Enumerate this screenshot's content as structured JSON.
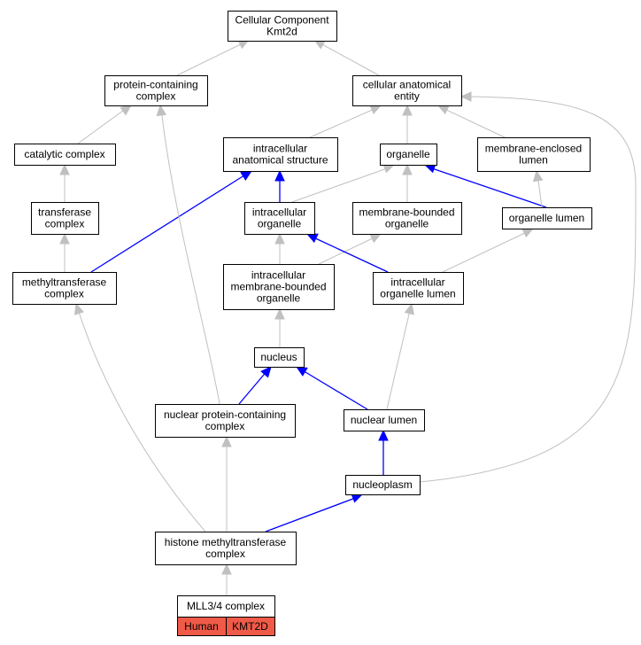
{
  "colors": {
    "edge_is_a": "#c0c0c0",
    "edge_part_of": "#0000ff",
    "badge": "#f05a48"
  },
  "nodes": {
    "cellular_component": [
      "Cellular Component",
      "Kmt2d"
    ],
    "protein_containing_complex": [
      "protein-containing",
      "complex"
    ],
    "cellular_anatomical_entity": [
      "cellular anatomical",
      "entity"
    ],
    "catalytic_complex": [
      "catalytic complex"
    ],
    "intracellular_anatomical_structure": [
      "intracellular",
      "anatomical structure"
    ],
    "organelle": [
      "organelle"
    ],
    "membrane_enclosed_lumen": [
      "membrane-enclosed",
      "lumen"
    ],
    "transferase_complex": [
      "transferase",
      "complex"
    ],
    "intracellular_organelle": [
      "intracellular",
      "organelle"
    ],
    "membrane_bounded_organelle": [
      "membrane-bounded",
      "organelle"
    ],
    "organelle_lumen": [
      "organelle lumen"
    ],
    "methyltransferase_complex": [
      "methyltransferase",
      "complex"
    ],
    "intracellular_membrane_bounded_organelle": [
      "intracellular",
      "membrane-bounded",
      "organelle"
    ],
    "intracellular_organelle_lumen": [
      "intracellular",
      "organelle lumen"
    ],
    "nucleus": [
      "nucleus"
    ],
    "nuclear_protein_containing_complex": [
      "nuclear protein-containing",
      "complex"
    ],
    "nuclear_lumen": [
      "nuclear lumen"
    ],
    "nucleoplasm": [
      "nucleoplasm"
    ],
    "histone_methyltransferase_complex": [
      "histone methyltransferase",
      "complex"
    ],
    "mll34_complex": [
      "MLL3/4 complex"
    ]
  },
  "badges": {
    "species": "Human",
    "gene": "KMT2D"
  },
  "edges": [
    {
      "from": "protein_containing_complex",
      "to": "cellular_component",
      "type": "is_a"
    },
    {
      "from": "cellular_anatomical_entity",
      "to": "cellular_component",
      "type": "is_a"
    },
    {
      "from": "catalytic_complex",
      "to": "protein_containing_complex",
      "type": "is_a"
    },
    {
      "from": "intracellular_anatomical_structure",
      "to": "cellular_anatomical_entity",
      "type": "is_a"
    },
    {
      "from": "organelle",
      "to": "cellular_anatomical_entity",
      "type": "is_a"
    },
    {
      "from": "membrane_enclosed_lumen",
      "to": "cellular_anatomical_entity",
      "type": "is_a"
    },
    {
      "from": "transferase_complex",
      "to": "catalytic_complex",
      "type": "is_a"
    },
    {
      "from": "intracellular_organelle",
      "to": "intracellular_anatomical_structure",
      "type": "part_of"
    },
    {
      "from": "intracellular_organelle",
      "to": "organelle",
      "type": "is_a"
    },
    {
      "from": "membrane_bounded_organelle",
      "to": "organelle",
      "type": "is_a"
    },
    {
      "from": "organelle_lumen",
      "to": "organelle",
      "type": "part_of"
    },
    {
      "from": "organelle_lumen",
      "to": "membrane_enclosed_lumen",
      "type": "is_a"
    },
    {
      "from": "methyltransferase_complex",
      "to": "transferase_complex",
      "type": "is_a"
    },
    {
      "from": "methyltransferase_complex",
      "to": "intracellular_anatomical_structure",
      "type": "part_of"
    },
    {
      "from": "intracellular_membrane_bounded_organelle",
      "to": "intracellular_organelle",
      "type": "is_a"
    },
    {
      "from": "intracellular_membrane_bounded_organelle",
      "to": "membrane_bounded_organelle",
      "type": "is_a"
    },
    {
      "from": "intracellular_organelle_lumen",
      "to": "intracellular_organelle",
      "type": "part_of"
    },
    {
      "from": "intracellular_organelle_lumen",
      "to": "organelle_lumen",
      "type": "is_a"
    },
    {
      "from": "nucleus",
      "to": "intracellular_membrane_bounded_organelle",
      "type": "is_a"
    },
    {
      "from": "nuclear_protein_containing_complex",
      "to": "nucleus",
      "type": "part_of"
    },
    {
      "from": "nuclear_protein_containing_complex",
      "to": "protein_containing_complex",
      "type": "is_a"
    },
    {
      "from": "nuclear_lumen",
      "to": "nucleus",
      "type": "part_of"
    },
    {
      "from": "nuclear_lumen",
      "to": "intracellular_organelle_lumen",
      "type": "is_a"
    },
    {
      "from": "nucleoplasm",
      "to": "nuclear_lumen",
      "type": "part_of"
    },
    {
      "from": "nucleoplasm",
      "to": "cellular_anatomical_entity",
      "type": "is_a"
    },
    {
      "from": "histone_methyltransferase_complex",
      "to": "nuclear_protein_containing_complex",
      "type": "is_a"
    },
    {
      "from": "histone_methyltransferase_complex",
      "to": "nucleoplasm",
      "type": "part_of"
    },
    {
      "from": "histone_methyltransferase_complex",
      "to": "methyltransferase_complex",
      "type": "is_a"
    },
    {
      "from": "mll34_complex",
      "to": "histone_methyltransferase_complex",
      "type": "is_a"
    }
  ]
}
